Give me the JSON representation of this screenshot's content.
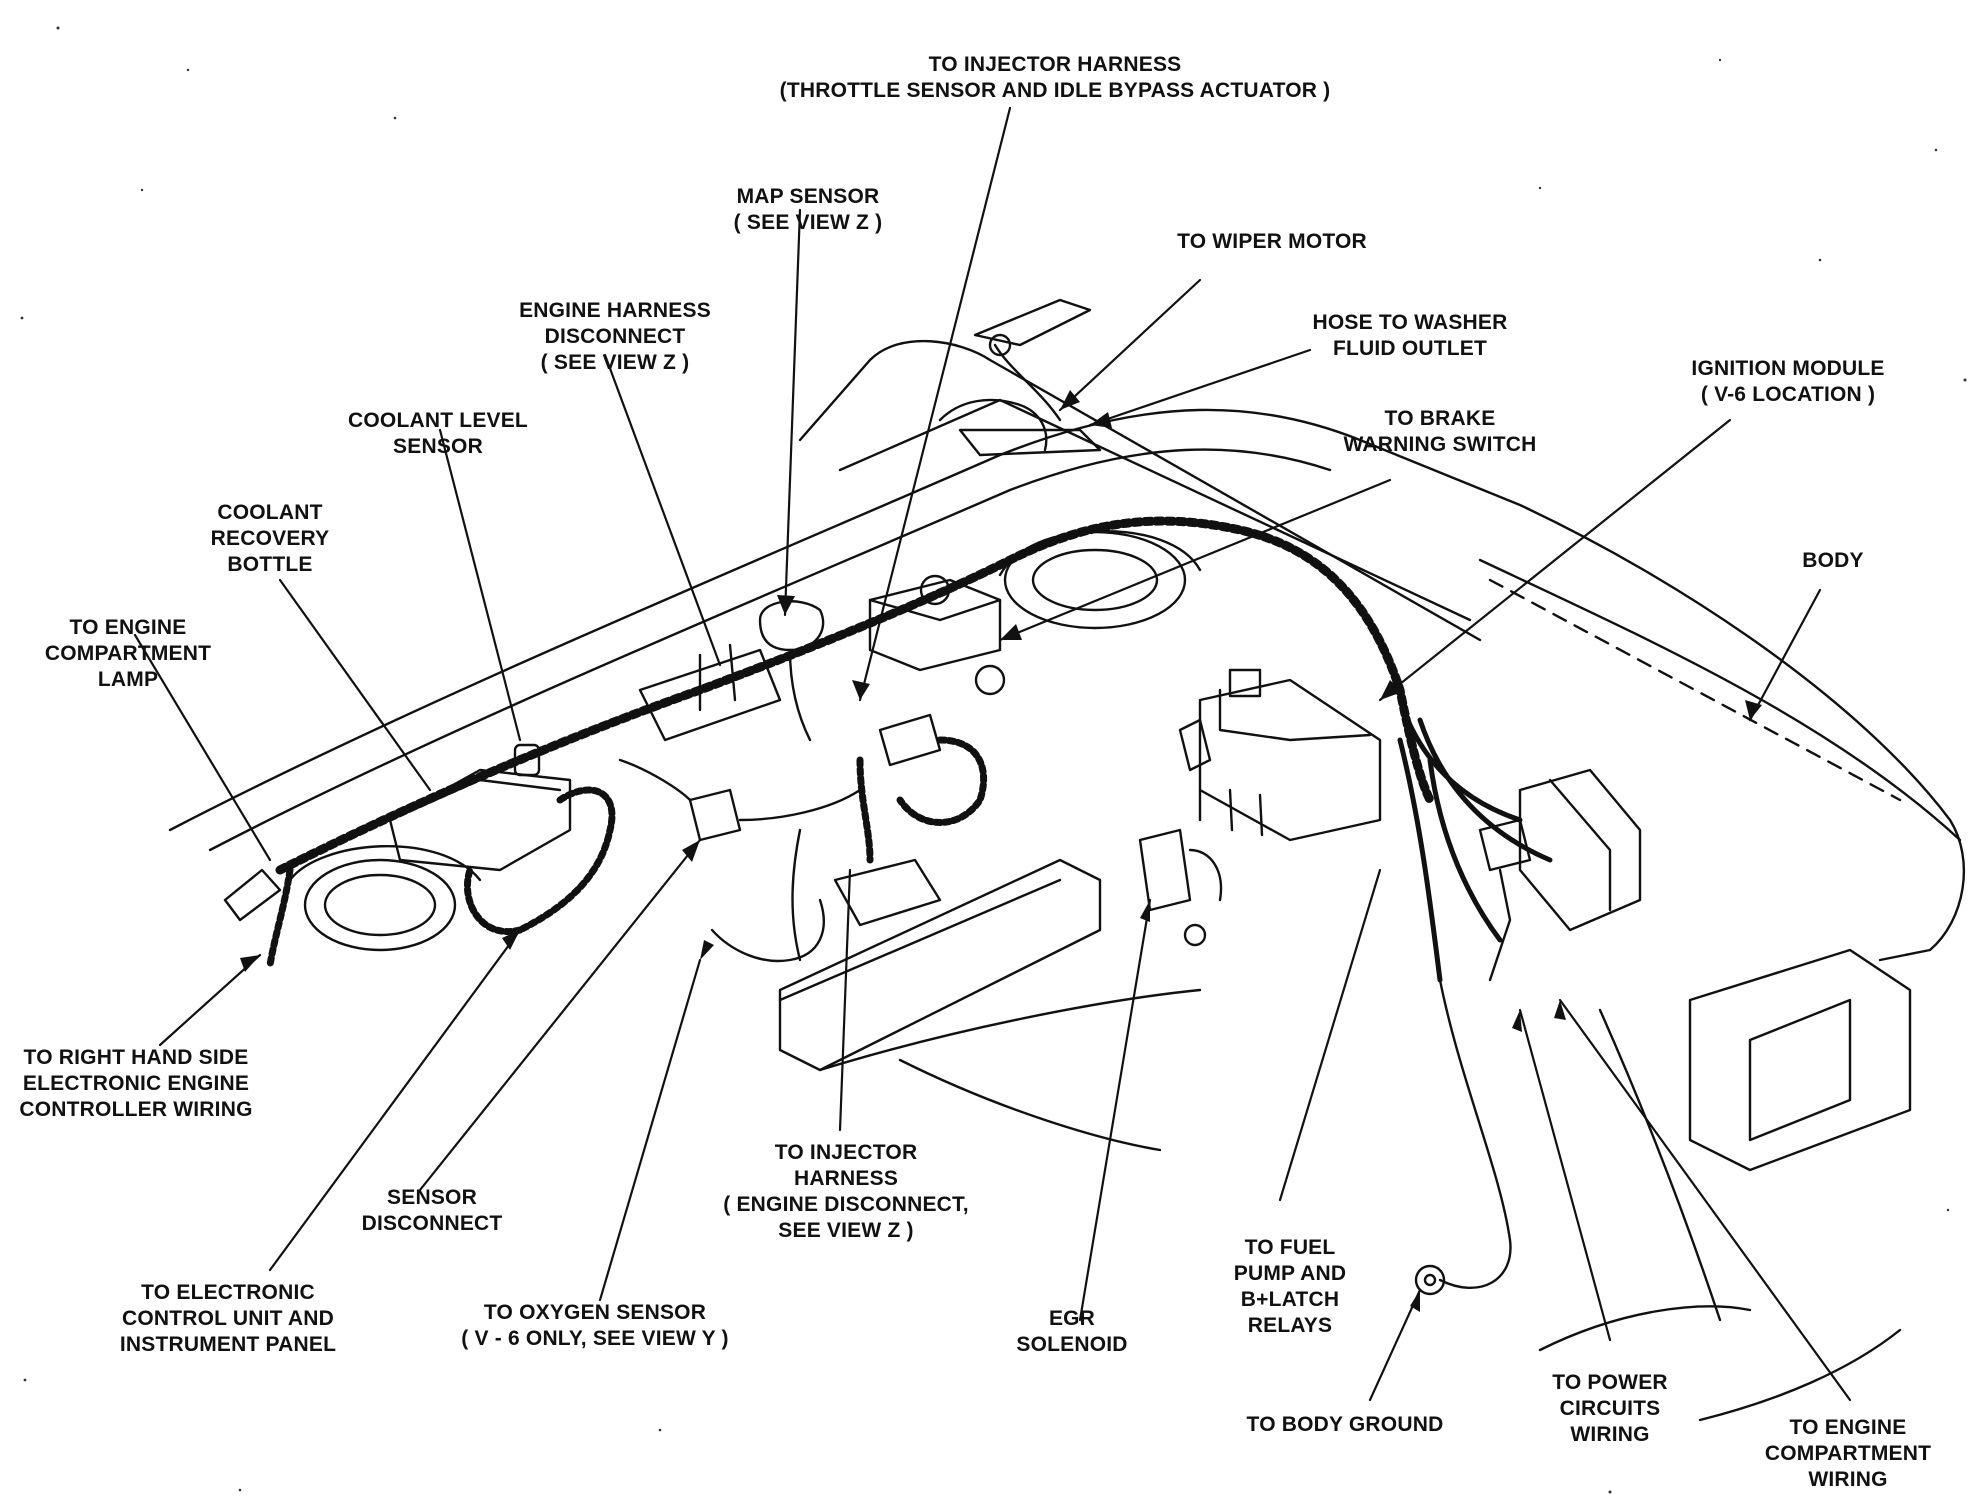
{
  "diagram": {
    "labels": [
      {
        "id": "to-injector-harness-top",
        "lines": [
          "TO INJECTOR HARNESS",
          "(THROTTLE SENSOR AND IDLE BYPASS ACTUATOR )"
        ]
      },
      {
        "id": "map-sensor",
        "lines": [
          "MAP SENSOR",
          "( SEE VIEW Z )"
        ]
      },
      {
        "id": "to-wiper-motor",
        "lines": [
          "TO WIPER MOTOR"
        ]
      },
      {
        "id": "engine-harness-disconnect",
        "lines": [
          "ENGINE HARNESS",
          "DISCONNECT",
          "( SEE VIEW Z )"
        ]
      },
      {
        "id": "hose-to-washer",
        "lines": [
          "HOSE TO WASHER",
          "FLUID OUTLET"
        ]
      },
      {
        "id": "ignition-module",
        "lines": [
          "IGNITION MODULE",
          "( V-6 LOCATION )"
        ]
      },
      {
        "id": "coolant-level-sensor",
        "lines": [
          "COOLANT LEVEL",
          "SENSOR"
        ]
      },
      {
        "id": "to-brake-warning",
        "lines": [
          "TO BRAKE",
          "WARNING SWITCH"
        ]
      },
      {
        "id": "coolant-recovery-bottle",
        "lines": [
          "COOLANT",
          "RECOVERY",
          "BOTTLE"
        ]
      },
      {
        "id": "body",
        "lines": [
          "BODY"
        ]
      },
      {
        "id": "to-engine-compartment-lamp",
        "lines": [
          "TO ENGINE",
          "COMPARTMENT",
          "LAMP"
        ]
      },
      {
        "id": "to-right-hand-side",
        "lines": [
          "TO RIGHT HAND SIDE",
          "ELECTRONIC ENGINE",
          "CONTROLLER WIRING"
        ]
      },
      {
        "id": "to-injector-harness-bottom",
        "lines": [
          "TO INJECTOR",
          "HARNESS",
          "( ENGINE DISCONNECT,",
          "SEE VIEW Z )"
        ]
      },
      {
        "id": "sensor-disconnect",
        "lines": [
          "SENSOR",
          "DISCONNECT"
        ]
      },
      {
        "id": "to-fuel-pump",
        "lines": [
          "TO FUEL",
          "PUMP AND",
          "B+LATCH",
          "RELAYS"
        ]
      },
      {
        "id": "to-electronic-control-unit",
        "lines": [
          "TO ELECTRONIC",
          "CONTROL UNIT AND",
          "INSTRUMENT PANEL"
        ]
      },
      {
        "id": "to-oxygen-sensor",
        "lines": [
          "TO OXYGEN SENSOR",
          "( V - 6 ONLY, SEE VIEW Y )"
        ]
      },
      {
        "id": "egr-solenoid",
        "lines": [
          "EGR",
          "SOLENOID"
        ]
      },
      {
        "id": "to-body-ground",
        "lines": [
          "TO BODY GROUND"
        ]
      },
      {
        "id": "to-power-circuits",
        "lines": [
          "TO POWER",
          "CIRCUITS",
          "WIRING"
        ]
      },
      {
        "id": "to-engine-compartment-wiring",
        "lines": [
          "TO ENGINE",
          "COMPARTMENT",
          "WIRING"
        ]
      }
    ]
  }
}
